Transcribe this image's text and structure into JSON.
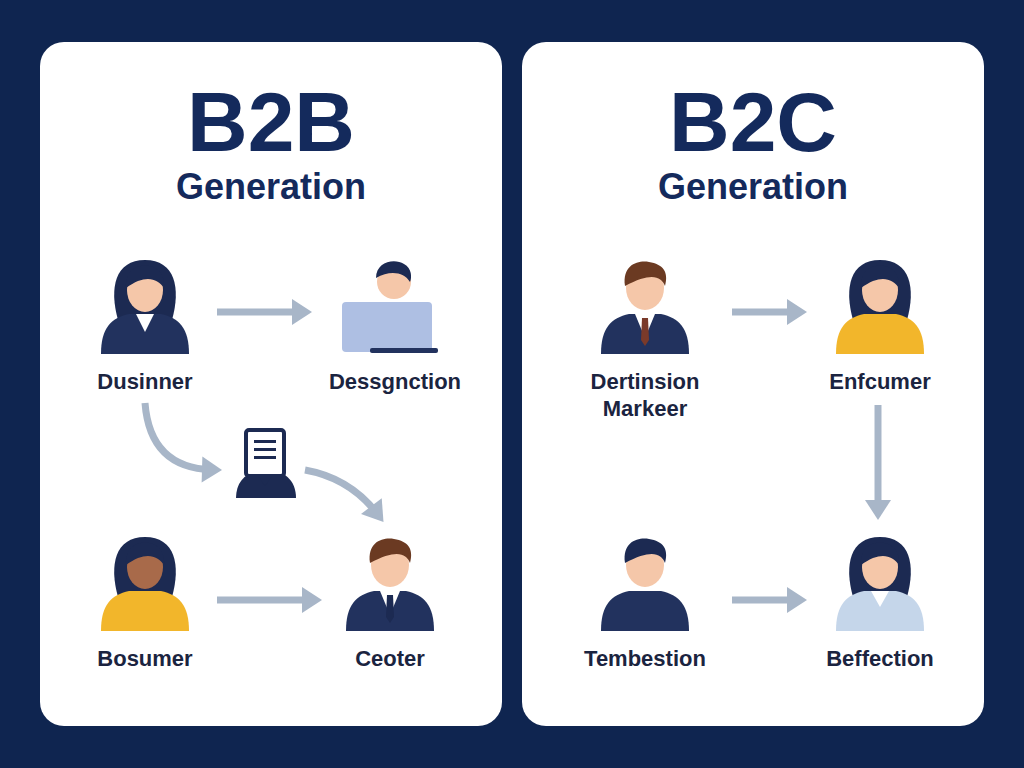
{
  "diagram": {
    "nodes": [
      {
        "text": [
          "B2B",
          "Generation"
        ]
      },
      {
        "text": [
          "Dusinner"
        ],
        "in": 0
      },
      {
        "text": [
          "Dessgnction"
        ],
        "in": 0
      },
      {
        "text": [
          "Bosumer"
        ],
        "in": 0
      },
      {
        "text": [
          "Ceoter"
        ],
        "in": 0
      },
      {
        "text": [
          "B2C",
          "Generation"
        ]
      },
      {
        "text": [
          "Dertinsion Markeer"
        ],
        "in": 5
      },
      {
        "text": [
          "Enfcumer"
        ],
        "in": 5
      },
      {
        "text": [
          "Tembestion"
        ],
        "in": 5
      },
      {
        "text": [
          "Beffection"
        ],
        "in": 5
      }
    ],
    "edges": [
      {
        "from": 1,
        "to": 2,
        "arrow": "to"
      },
      {
        "from": 1,
        "to": 4,
        "arrow": "to"
      },
      {
        "from": 3,
        "to": 4,
        "arrow": "to"
      },
      {
        "from": 6,
        "to": 7,
        "arrow": "to"
      },
      {
        "from": 7,
        "to": 9,
        "arrow": "to"
      },
      {
        "from": 8,
        "to": 9,
        "arrow": "to"
      }
    ]
  }
}
